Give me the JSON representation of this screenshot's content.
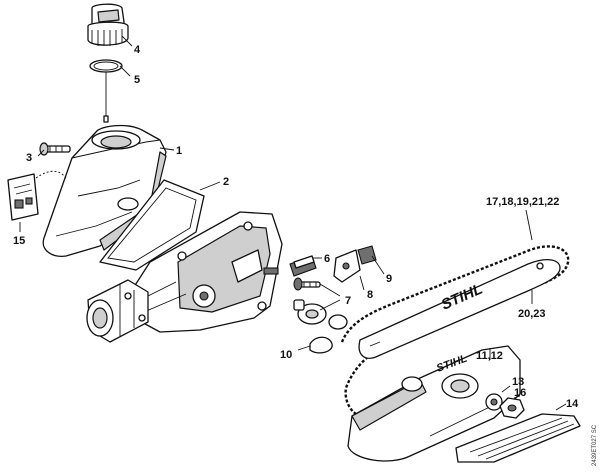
{
  "callouts": [
    {
      "id": "1",
      "text": "1"
    },
    {
      "id": "2",
      "text": "2"
    },
    {
      "id": "3",
      "text": "3"
    },
    {
      "id": "4",
      "text": "4"
    },
    {
      "id": "5",
      "text": "5"
    },
    {
      "id": "6",
      "text": "6"
    },
    {
      "id": "7",
      "text": "7"
    },
    {
      "id": "8",
      "text": "8"
    },
    {
      "id": "9",
      "text": "9"
    },
    {
      "id": "10",
      "text": "10"
    },
    {
      "id": "11",
      "text": "11,12"
    },
    {
      "id": "13",
      "text": "13"
    },
    {
      "id": "14",
      "text": "14"
    },
    {
      "id": "15",
      "text": "15"
    },
    {
      "id": "16",
      "text": "16"
    },
    {
      "id": "17",
      "text": "17,18,19,21,22"
    },
    {
      "id": "20",
      "text": "20,23"
    }
  ],
  "brand": {
    "bar_logo": "STIHL",
    "cover_logo": "STIHL"
  },
  "drawing_ref": "2439ET027 SC",
  "colors": {
    "line": "#111111",
    "shade": "#cfcfcf",
    "dark": "#6f6f6f"
  }
}
